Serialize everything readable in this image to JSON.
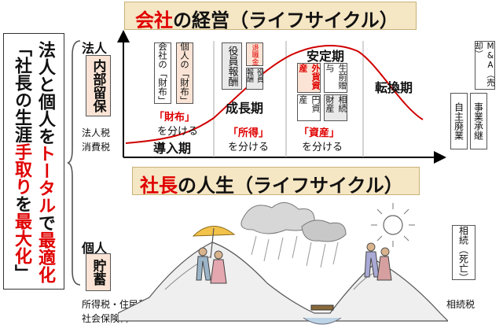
{
  "top_title": {
    "accent": "会社",
    "rest": "の経営（ライフサイクル）"
  },
  "bottom_title": {
    "accent": "社長",
    "rest": "の人生（ライフサイクル）"
  },
  "left_banner": {
    "line1": {
      "a": "法人と個人を",
      "b": "トータル",
      "c": "で",
      "d": "最適化"
    },
    "line2": {
      "a": "「社長の生涯",
      "b": "手取り",
      "c": "を",
      "d": "最大化",
      "e": "」"
    }
  },
  "corporate": {
    "label": "法人",
    "box": "内部留保",
    "tax_line1": "法人税",
    "tax_line2": "消費税"
  },
  "personal": {
    "label": "個人",
    "box": "貯蓄",
    "tax_line1": "所得税・住民税",
    "tax_line2": "社会保険料"
  },
  "stages": {
    "intro": {
      "name": "導入期",
      "box_company": "会社の「財布」",
      "box_personal": "個人の「財布」",
      "caption_a": "「財布」",
      "caption_b": "を分ける"
    },
    "growth": {
      "name": "成長期",
      "box_officer": "役員報酬",
      "box_retire": "退職金",
      "box_officer2": "役員報酬",
      "caption_a": "「所得」",
      "caption_b": "を分ける"
    },
    "stable": {
      "name": "安定期",
      "box_fx": "外貨資産",
      "box_gift": "生前贈与",
      "box_yen": "円資産",
      "box_inherit": "相続財産",
      "caption_a": "「資産」",
      "caption_b": "を分ける"
    },
    "transition": {
      "name": "転換期",
      "box_close": "自主廃業",
      "box_succession": "事業承継",
      "box_ma": "M&A（売却）"
    }
  },
  "death": {
    "label": "相続（死亡）",
    "tax": "相続税"
  },
  "colors": {
    "accent_red": "#e00000",
    "peach": "#fbe4d5",
    "title_bg": "#f5e6c4",
    "curve": "#d00000"
  }
}
